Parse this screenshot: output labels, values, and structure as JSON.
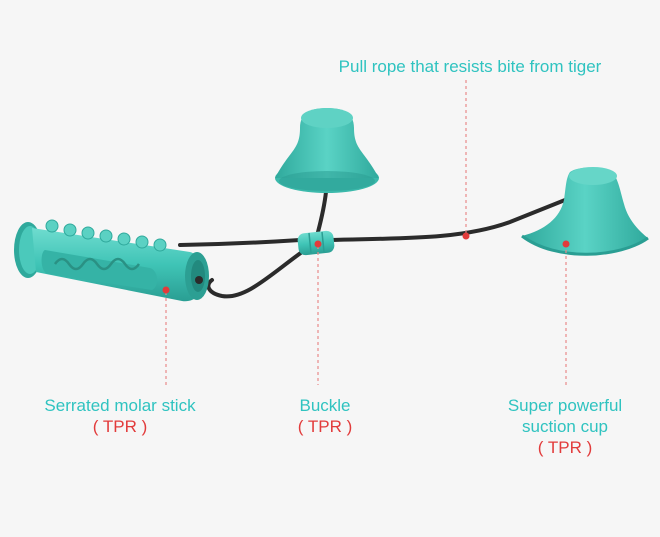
{
  "labels": {
    "rope": {
      "text": "Pull rope that resists bite from tiger"
    },
    "molar": {
      "text": "Serrated molar stick",
      "material": "( TPR )"
    },
    "buckle": {
      "text": "Buckle",
      "material": "( TPR )"
    },
    "cup": {
      "line1": "Super powerful",
      "line2": "suction cup",
      "material": "( TPR )"
    }
  },
  "colors": {
    "label_text": "#2fc3c0",
    "material_text": "#e23b3b",
    "toy_teal": "#3fc4b6",
    "rope": "#2b2b2b",
    "marker": "#e23b3b"
  }
}
